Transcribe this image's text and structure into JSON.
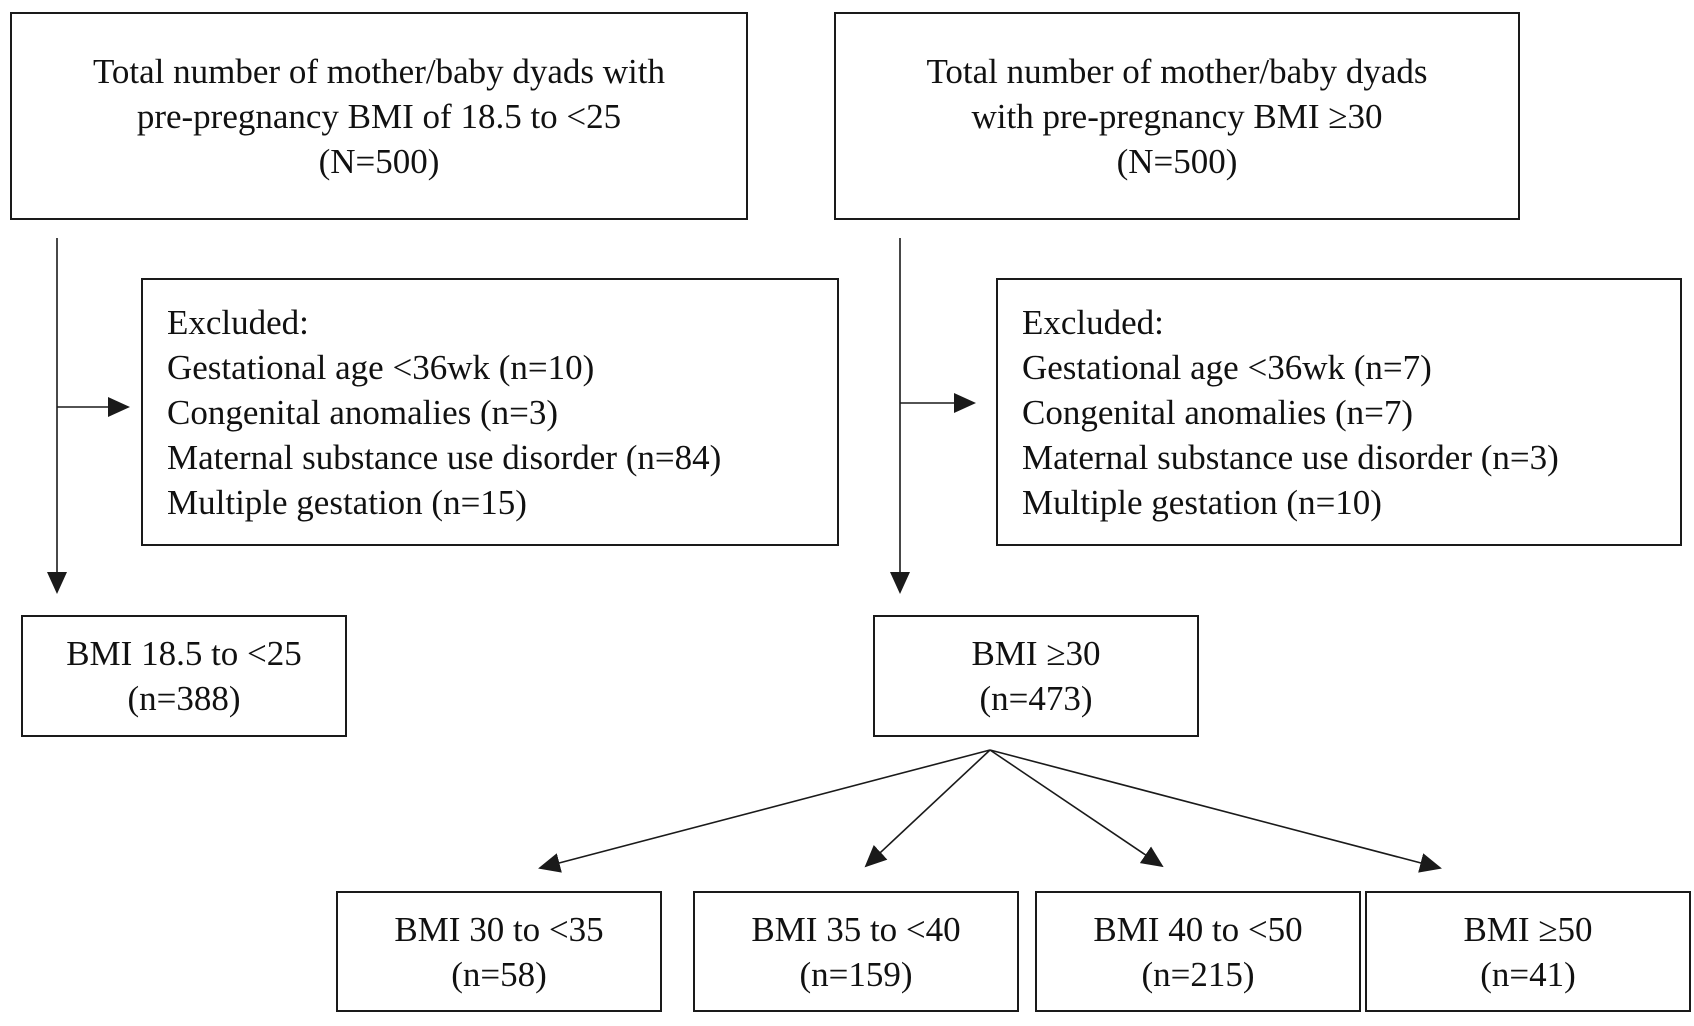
{
  "top_left": {
    "lines": [
      "Total number of mother/baby dyads with",
      "pre-pregnancy BMI of 18.5 to <25",
      "(N=500)"
    ]
  },
  "top_right": {
    "lines": [
      "Total number of mother/baby dyads",
      "with pre-pregnancy BMI ≥30",
      "(N=500)"
    ]
  },
  "excluded_left": {
    "heading": "Excluded:",
    "items": [
      "Gestational age <36wk (n=10)",
      "Congenital anomalies (n=3)",
      "Maternal substance use disorder (n=84)",
      "Multiple gestation (n=15)"
    ]
  },
  "excluded_right": {
    "heading": "Excluded:",
    "items": [
      "Gestational age <36wk (n=7)",
      "Congenital anomalies (n=7)",
      "Maternal substance use disorder (n=3)",
      "Multiple gestation (n=10)"
    ]
  },
  "group_normal": {
    "label": "BMI 18.5 to <25",
    "count": "(n=388)"
  },
  "group_obese": {
    "label": "BMI ≥30",
    "count": "(n=473)"
  },
  "subgroups": [
    {
      "label": "BMI 30 to <35",
      "count": "(n=58)"
    },
    {
      "label": "BMI 35 to <40",
      "count": "(n=159)"
    },
    {
      "label": "BMI 40 to <50",
      "count": "(n=215)"
    },
    {
      "label": "BMI ≥50",
      "count": "(n=41)"
    }
  ]
}
